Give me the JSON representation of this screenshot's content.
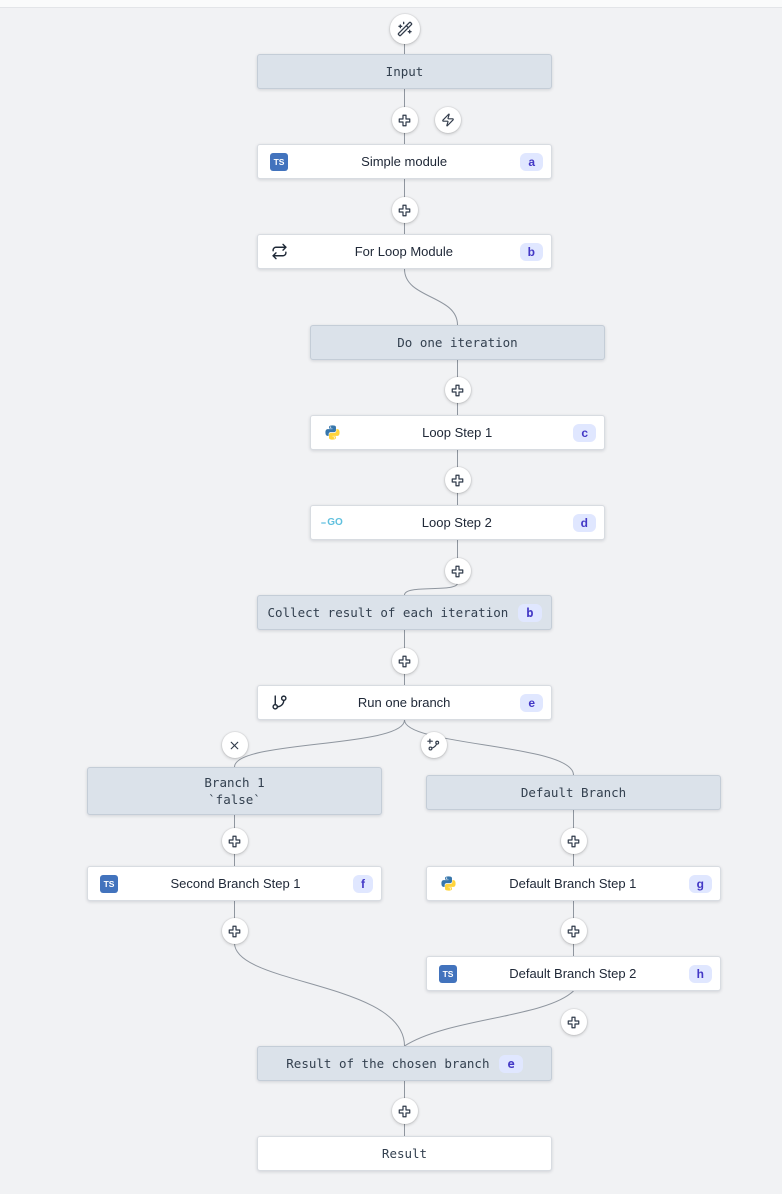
{
  "colors": {
    "background": "#f1f2f4",
    "edge": "#8f969f",
    "virtual_node_bg": "#dbe2ea",
    "node_border": "#c4cdd7",
    "badge_bg": "#e0e7ff",
    "badge_text": "#4338c6",
    "typescript_blue": "#4273bd",
    "go_blue": "#5fc0de",
    "python_blue": "#3776ab",
    "python_yellow": "#ffd43b"
  },
  "icons": {
    "ts_label": "TS",
    "go_label": "GO"
  },
  "nodes": {
    "input": {
      "label": "Input"
    },
    "simple_module": {
      "label": "Simple module",
      "badge": "a",
      "language": "typescript"
    },
    "for_loop": {
      "label": "For Loop Module",
      "badge": "b"
    },
    "do_one_iteration": {
      "label": "Do one iteration"
    },
    "loop_step_1": {
      "label": "Loop Step 1",
      "badge": "c",
      "language": "python"
    },
    "loop_step_2": {
      "label": "Loop Step 2",
      "badge": "d",
      "language": "go"
    },
    "collect_result": {
      "label": "Collect result of each iteration",
      "badge": "b"
    },
    "run_one_branch": {
      "label": "Run one branch",
      "badge": "e"
    },
    "branch_1": {
      "label": "Branch 1",
      "sublabel": "`false`"
    },
    "default_branch": {
      "label": "Default Branch"
    },
    "second_branch_step_1": {
      "label": "Second Branch Step 1",
      "badge": "f",
      "language": "typescript"
    },
    "default_branch_step_1": {
      "label": "Default Branch Step 1",
      "badge": "g",
      "language": "python"
    },
    "default_branch_step_2": {
      "label": "Default Branch Step 2",
      "badge": "h",
      "language": "typescript"
    },
    "result_chosen_branch": {
      "label": "Result of the chosen branch",
      "badge": "e"
    },
    "result": {
      "label": "Result"
    }
  }
}
